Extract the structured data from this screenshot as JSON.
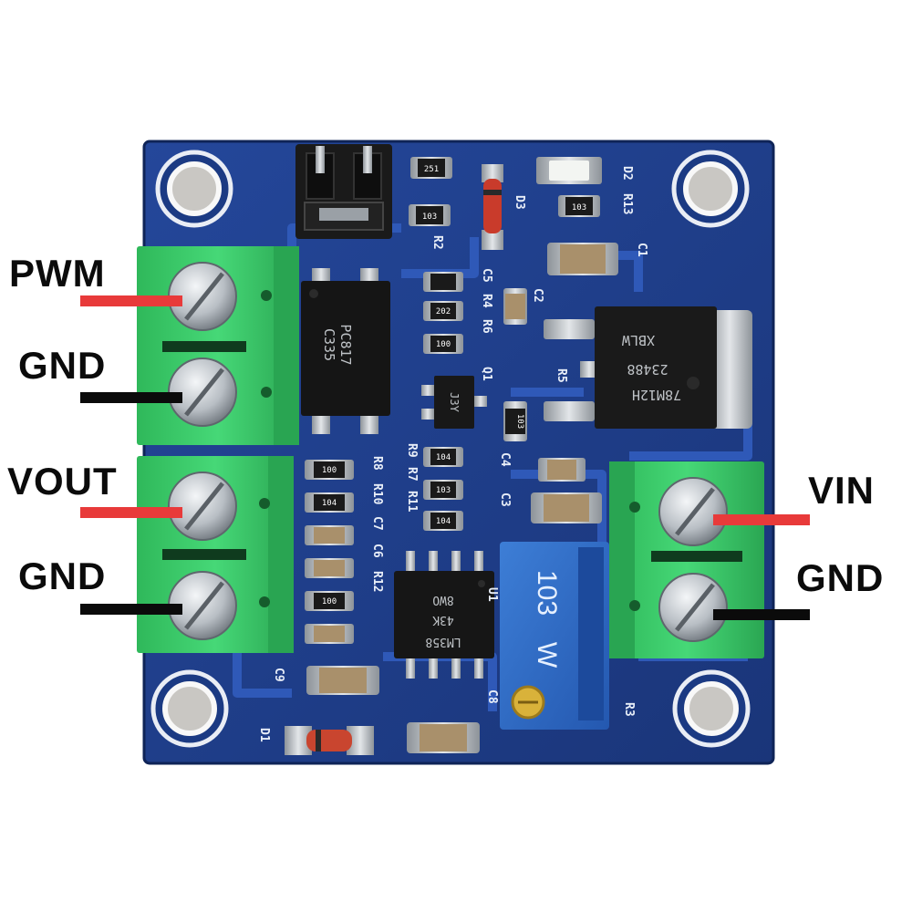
{
  "labels": {
    "pwm": "PWM",
    "gnd_left_1": "GND",
    "vout": "VOUT",
    "gnd_left_2": "GND",
    "vin": "VIN",
    "gnd_right": "GND"
  },
  "chips": {
    "optocoupler_line1": "PC817",
    "optocoupler_line2": "C335",
    "regulator_line1": "XBLW",
    "regulator_line2": "23488",
    "regulator_line3": "78M12H",
    "opamp_line1": "8WO",
    "opamp_line2": "43K",
    "opamp_line3": "LM358",
    "transistor": "J3Y",
    "potentiometer_line1": "103",
    "potentiometer_line2": "W"
  },
  "silkscreen": {
    "d2": "D2",
    "r13": "R13",
    "d3": "D3",
    "c1": "C1",
    "r2": "R2",
    "c2": "C2",
    "r4": "R4",
    "r6": "R6",
    "c5": "C5",
    "q1": "Q1",
    "r5": "R5",
    "r9": "R9",
    "r7": "R7",
    "r8": "R8",
    "r11": "R11",
    "c4": "C4",
    "c3": "C3",
    "c7": "C7",
    "c6": "C6",
    "r10": "R10",
    "r12": "R12",
    "u1": "U1",
    "c9": "C9",
    "c8": "C8",
    "d1": "D1",
    "r3": "R3"
  },
  "smd_codes": {
    "r_251": "251",
    "r_103a": "103",
    "r_103b": "103",
    "r_202": "202",
    "r_100a": "100",
    "r_100b": "100",
    "r_100c": "100",
    "r_104a": "104",
    "r_104b": "104",
    "r_104c": "104",
    "r_103c": "103",
    "r_103d": "103"
  },
  "colors": {
    "pcb": "#1f3f8c",
    "terminal": "#3fcf6f",
    "positive_wire": "#e83a3a",
    "ground_wire": "#0b0b0b"
  }
}
